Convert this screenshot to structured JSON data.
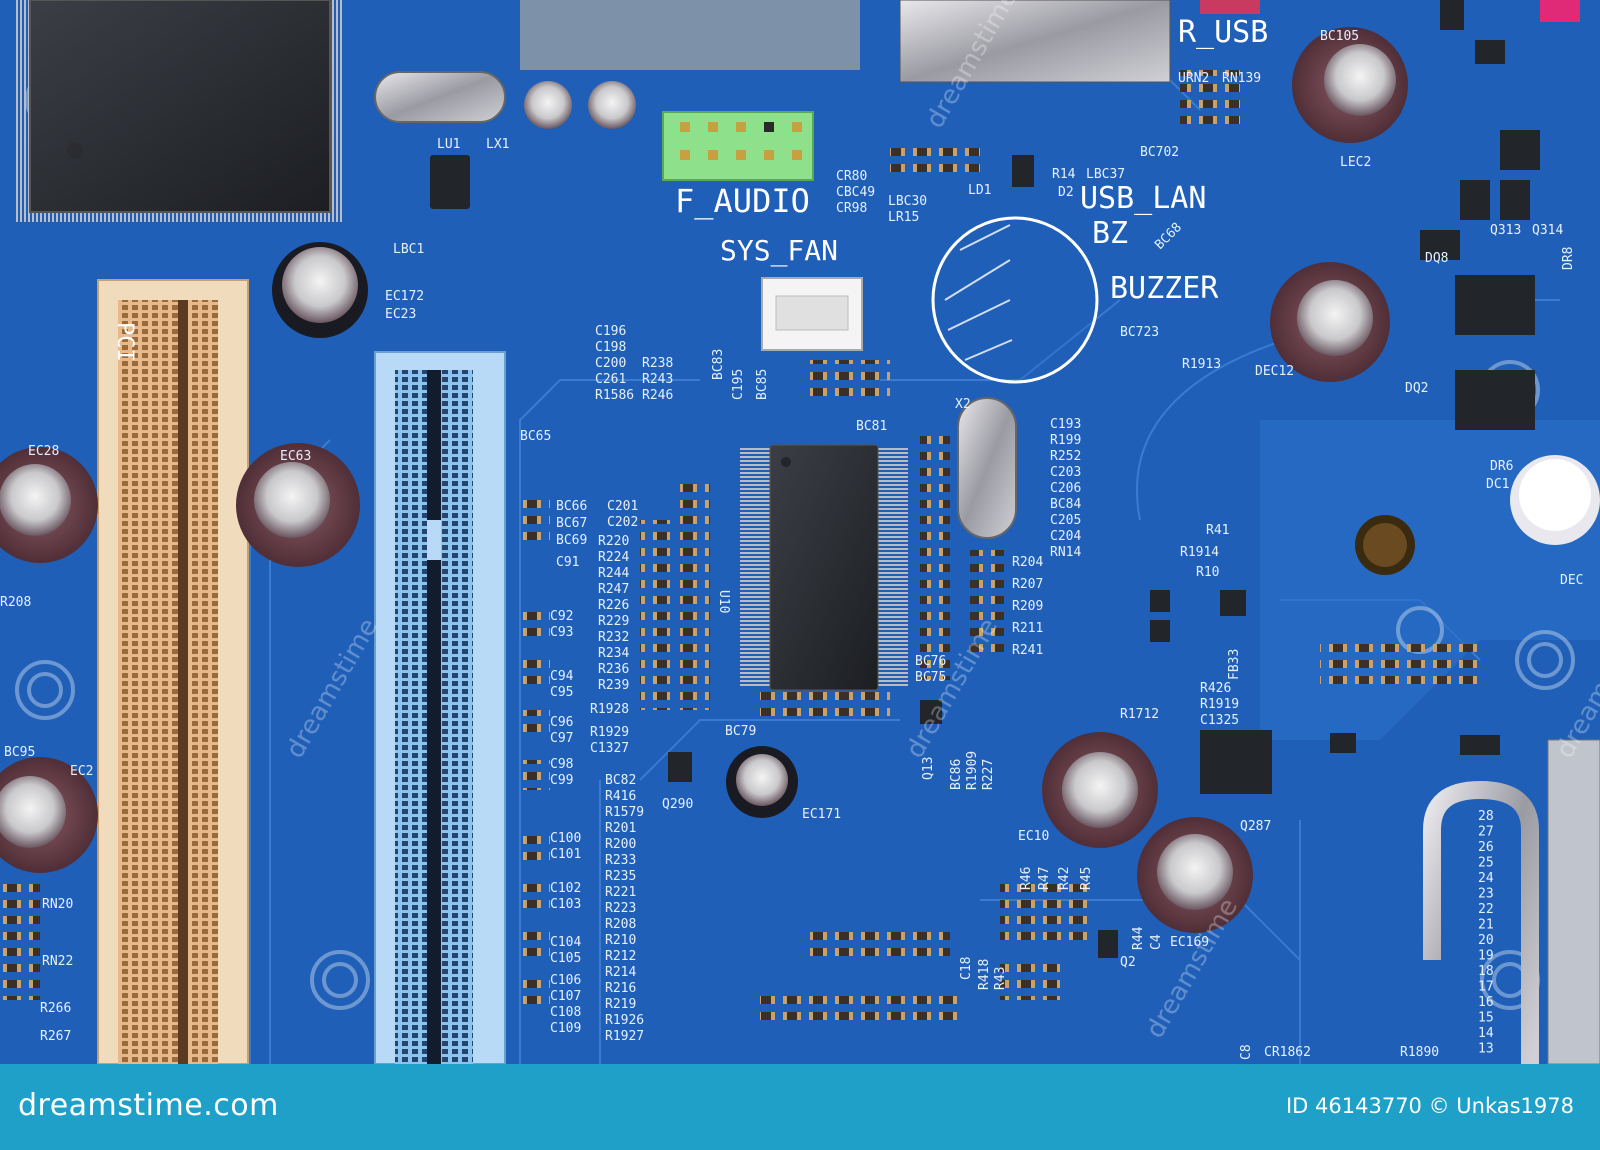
{
  "labels": {
    "r_usb": "R_USB",
    "f_audio": "F_AUDIO",
    "sys_fan": "SYS_FAN",
    "usb_lan": "USB_LAN",
    "bz": "BZ",
    "buzzer": "BUZZER",
    "pci": "PCI",
    "bc105": "BC105",
    "urn2": "URN2",
    "rn139": "RN139",
    "lu1": "LU1",
    "lx1": "LX1",
    "ld1": "LD1",
    "d2": "D2",
    "r14": "R14",
    "lbc37": "LBC37",
    "bc702": "BC702",
    "cr80": "CR80",
    "cbc49": "CBC49",
    "cr98": "CR98",
    "lbc30": "LBC30",
    "lr15": "LR15",
    "ec172": "EC172",
    "ec23": "EC23",
    "lbc1": "LBC1",
    "ec28": "EC28",
    "ec63": "EC63",
    "ec2": "EC2",
    "bc95": "BC95",
    "r208": "R208",
    "rn20": "RN20",
    "rn22": "RN22",
    "r266": "R266",
    "r267": "R267",
    "bc65": "BC65",
    "bc66": "BC66",
    "bc67": "BC67",
    "bc69": "BC69",
    "c91": "C91",
    "c92": "C92",
    "c93": "C93",
    "c94": "C94",
    "c95": "C95",
    "c96": "C96",
    "c97": "C97",
    "c98": "C98",
    "c99": "C99",
    "c100": "C100",
    "c101": "C101",
    "c102": "C102",
    "c103": "C103",
    "c104": "C104",
    "c105": "C105",
    "c106": "C106",
    "c107": "C107",
    "c108": "C108",
    "c109": "C109",
    "c196": "C196",
    "c198": "C198",
    "c200": "C200",
    "c261": "C261",
    "r1586": "R1586",
    "r238": "R238",
    "r243": "R243",
    "r246": "R246",
    "c201": "C201",
    "c202": "C202",
    "r220": "R220",
    "r224": "R224",
    "r244": "R244",
    "r247": "R247",
    "r226": "R226",
    "r229": "R229",
    "r232": "R232",
    "r234": "R234",
    "r236": "R236",
    "r239": "R239",
    "r1928": "R1928",
    "r1929": "R1929",
    "c1327": "C1327",
    "u10": "U10",
    "bc83": "BC83",
    "c195": "C195",
    "bc85": "BC85",
    "bc81": "BC81",
    "bc76": "BC76",
    "bc75": "BC75",
    "bc79": "BC79",
    "q290": "Q290",
    "ec171": "EC171",
    "c193": "C193",
    "r199": "R199",
    "r252": "R252",
    "c203": "C203",
    "c206": "C206",
    "bc84": "BC84",
    "c205": "C205",
    "c204": "C204",
    "rn14": "RN14",
    "r204": "R204",
    "r207": "R207",
    "r209": "R209",
    "r211": "R211",
    "r241": "R241",
    "x2": "X2",
    "bc723": "BC723",
    "bc68": "BC68",
    "dec12": "DEC12",
    "dq2": "DQ2",
    "dq8": "DQ8",
    "dr6": "DR6",
    "dc1": "DC1",
    "dec": "DEC",
    "lec2": "LEC2",
    "q313": "Q313",
    "q314": "Q314",
    "dr8": "DR8",
    "r1913": "R1913",
    "r41": "R41",
    "r1914": "R1914",
    "r10": "R10",
    "fb33": "FB33",
    "r426": "R426",
    "r1919": "R1919",
    "c1325": "C1325",
    "r1712": "R1712",
    "q287": "Q287",
    "ec10": "EC10",
    "ec169": "EC169",
    "q2": "Q2",
    "bc82": "BC82",
    "r416": "R416",
    "r1579": "R1579",
    "r201": "R201",
    "r200": "R200",
    "r233": "R233",
    "r235": "R235",
    "r221": "R221",
    "r223": "R223",
    "r208b": "R208",
    "r210": "R210",
    "r212": "R212",
    "r214": "R214",
    "r216": "R216",
    "r219": "R219",
    "r1926": "R1926",
    "r1927": "R1927",
    "cr1862": "CR1862",
    "r1890": "R1890",
    "c8": "C8",
    "q13": "Q13",
    "bc86": "BC86",
    "r1909": "R1909",
    "r227": "R227",
    "r46": "R46",
    "r47": "R47",
    "r42": "R42",
    "r45": "R45",
    "r44": "R44",
    "c4": "C4",
    "c18": "C18",
    "r418": "R418",
    "r43": "R43",
    "pin_numbers": [
      "28",
      "27",
      "26",
      "25",
      "24",
      "23",
      "22",
      "21",
      "20",
      "19",
      "18",
      "17",
      "16",
      "15",
      "14",
      "13"
    ]
  },
  "watermark": "dreamstime",
  "footer": {
    "brand": "dreamstime.com",
    "id_text": "ID 46143770 © Unkas1978"
  },
  "colors": {
    "pcb": "#1f5fb8",
    "pcb_dark": "#15468f",
    "footer": "#1ea0c8",
    "pci_slot": "#f0c89a",
    "pcie_slot": "#8cc4f0",
    "audio_header": "#8fe08a",
    "chip": "#2b2e33"
  }
}
